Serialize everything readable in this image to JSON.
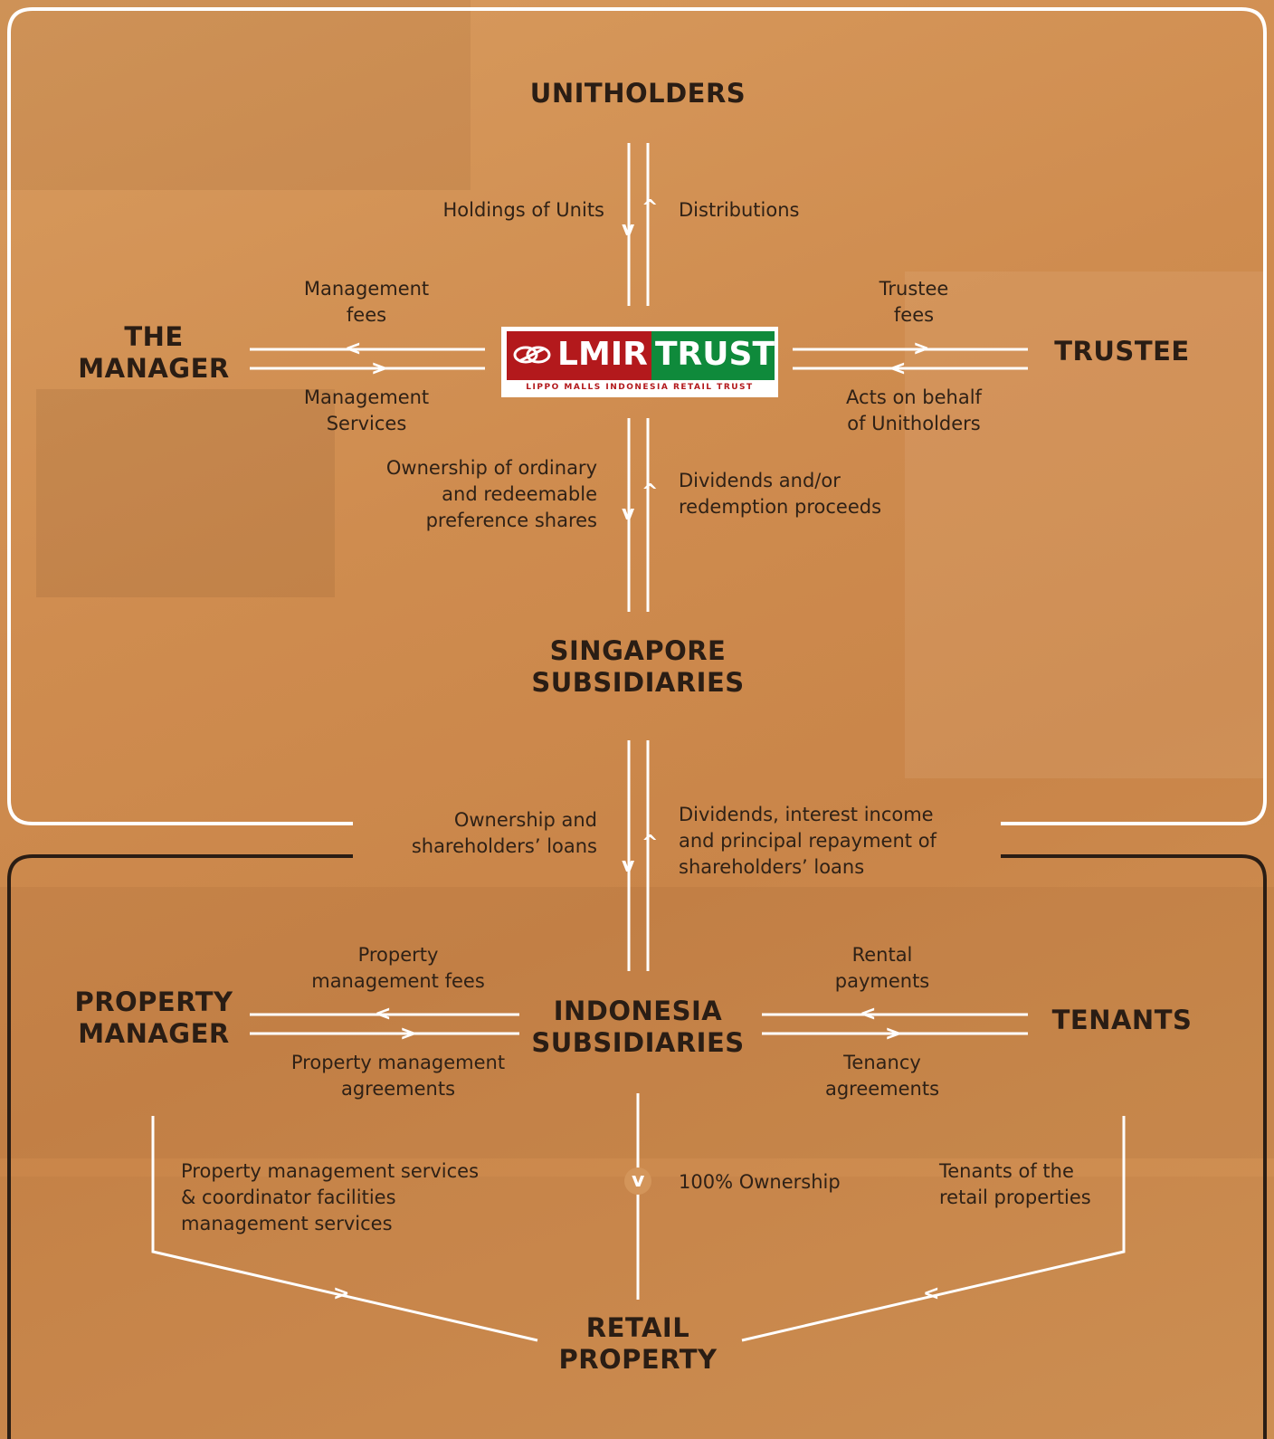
{
  "nodes": {
    "unitholders": "UNITHOLDERS",
    "manager_line1": "THE",
    "manager_line2": "MANAGER",
    "trustee": "TRUSTEE",
    "singapore_line1": "SINGAPORE",
    "singapore_line2": "SUBSIDIARIES",
    "indonesia_line1": "INDONESIA",
    "indonesia_line2": "SUBSIDIARIES",
    "property_manager_line1": "PROPERTY",
    "property_manager_line2": "MANAGER",
    "tenants": "TENANTS",
    "retail_line1": "RETAIL",
    "retail_line2": "PROPERTY"
  },
  "logo": {
    "word1": "LMIR",
    "word2": "TRUST",
    "tagline": "LIPPO MALLS INDONESIA RETAIL TRUST",
    "colors": {
      "red": "#b3191c",
      "green": "#0f8a3b"
    }
  },
  "flows": {
    "holdings": "Holdings of Units",
    "distributions": "Distributions",
    "mgmt_fees_1": "Management",
    "mgmt_fees_2": "fees",
    "mgmt_services_1": "Management",
    "mgmt_services_2": "Services",
    "trustee_fees_1": "Trustee",
    "trustee_fees_2": "fees",
    "acts_1": "Acts on behalf",
    "acts_2": "of Unitholders",
    "ownership_1": "Ownership of ordinary",
    "ownership_2": "and redeemable",
    "ownership_3": "preference shares",
    "dividends_1": "Dividends and/or",
    "dividends_2": "redemption proceeds",
    "own_loans_1": "Ownership and",
    "own_loans_2": "shareholders’ loans",
    "div_interest_1": "Dividends, interest income",
    "div_interest_2": "and principal repayment of",
    "div_interest_3": "shareholders’ loans",
    "pm_fees_1": "Property",
    "pm_fees_2": "management fees",
    "pm_agreements_1": "Property management",
    "pm_agreements_2": "agreements",
    "rental_1": "Rental",
    "rental_2": "payments",
    "tenancy_1": "Tenancy",
    "tenancy_2": "agreements",
    "pm_services_1": "Property management services",
    "pm_services_2": "& coordinator facilities",
    "pm_services_3": "management services",
    "ownership_100": "100% Ownership",
    "tenants_of_1": "Tenants of the",
    "tenants_of_2": "retail properties"
  },
  "colors": {
    "background": "#cf8c4f",
    "line_light": "#ffffff",
    "line_dark": "#2a1d14",
    "text": "#2f2116"
  }
}
